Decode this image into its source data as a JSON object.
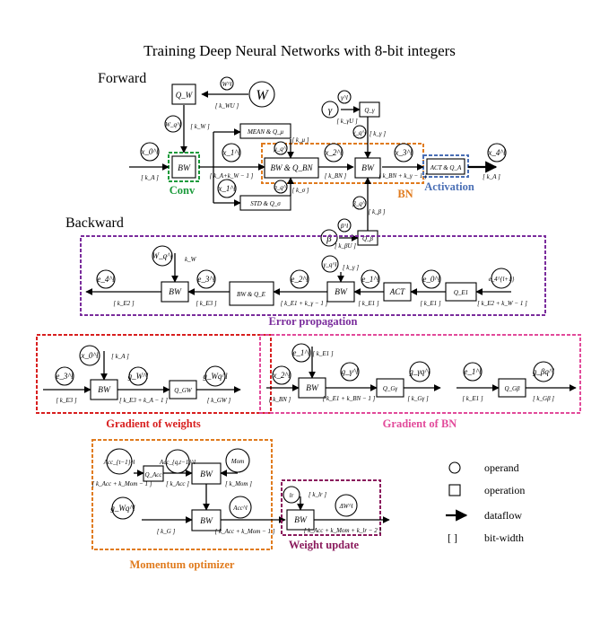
{
  "title": "Training Deep Neural Networks with 8-bit integers",
  "sections": {
    "forward": "Forward",
    "backward": "Backward"
  },
  "colors": {
    "conv": "#1a9a3a",
    "bn": "#e07b1e",
    "activation": "#4a6fb5",
    "error_propagation": "#7a2c9c",
    "gradient_weights": "#d81f1f",
    "gradient_bn": "#e24a9a",
    "momentum": "#e07b1e",
    "weight_update": "#8a1a5c"
  },
  "forward": {
    "ops": {
      "qw": "Q_W",
      "bw_conv": "BW",
      "mean": "MEAN & Q_μ",
      "std": "STD & Q_σ",
      "bwqbn": "BW & Q_BN",
      "bw_bn": "BW",
      "qgamma": "Q_γ",
      "qbeta": "Q_β",
      "act": "ACT & Q_A"
    },
    "operands": {
      "w_big": "W",
      "wl": "W^l",
      "wq": "W_q^l",
      "x0": "x_0^l",
      "x1a": "x_1^l",
      "x1b": "x_1^l",
      "mu": "μ_q^l",
      "sigma": "σ_q^l",
      "x2": "x_2^l",
      "x3": "x_3^l",
      "x4": "x_4^l",
      "gamma_big": "γ",
      "gamma_l": "γ^l",
      "gamma_q": "γ_q^l",
      "beta_big": "β",
      "beta_l": "β^l",
      "beta_q": "β_q^l"
    },
    "bitwidths": {
      "kwu": "[ k_WU ]",
      "kw": "[ k_W ]",
      "ka_in": "[ k_A ]",
      "ka_kw": "[ k_A+k_W − 1 ]",
      "kmu": "[ k_μ ]",
      "ksigma": "[ k_σ ]",
      "kbn": "[ k_BN ]",
      "kgu": "[ k_γU ]",
      "kg": "[ k_γ ]",
      "kbn_kg": "[ k_BN + k_γ − 1 ]",
      "kbeta": "[ k_β ]",
      "kbu": "[ k_βU ]",
      "ka_out": "[ k_A ]"
    },
    "captions": {
      "conv": "Conv",
      "bn": "BN",
      "activation": "Activation"
    }
  },
  "backward": {
    "error_propagation": {
      "caption": "Error propagation",
      "ops": {
        "bw1": "BW",
        "bwqe": "BW & Q_E",
        "bw2": "BW",
        "act": "ACT",
        "qe1": "Q_E1"
      },
      "operands": {
        "wq": "W_q^l",
        "e4p": "e_4^{l+1}",
        "e0": "e_0^l",
        "e1": "e_1^l",
        "gq": "γ_q^l",
        "e2": "e_2^l",
        "e3": "e_3^l",
        "e4": "e_4^l"
      },
      "bitwidths": {
        "ke_kw": "[ k_E2 + k_W − 1 ]",
        "ke1": "[ k_E1 ]",
        "ke1b": "[ k_E1 ]",
        "ke1_kg": "[ k_E1 + k_γ − 1 ]",
        "ke2": "[ k_E2 ]",
        "ke3": "[ k_E3 ]",
        "kg": "[ k_γ ]",
        "kw": "k_W"
      }
    },
    "gradient_weights": {
      "caption": "Gradient of weights",
      "ops": {
        "bw": "BW",
        "qgw": "Q_GW"
      },
      "operands": {
        "x0": "x_0^l",
        "e3": "e_3^l",
        "gw": "g_W^l",
        "gwq": "g_Wq^l"
      },
      "bitwidths": {
        "ka": "[ k_A ]",
        "ke3": "[ k_E3 ]",
        "ke3_ka": "[ k_E3 + k_A − 1 ]",
        "kgw": "[ k_GW ]"
      }
    },
    "gradient_bn": {
      "caption": "Gradient of BN",
      "ops": {
        "bw": "BW",
        "qgg": "Q_Gγ",
        "qgb": "Q_Gβ"
      },
      "operands": {
        "e1": "e_1^l",
        "x2": "x_2^l",
        "ggamma": "g_γ^l",
        "ggq": "g_γq^l",
        "e1b": "e_1^l",
        "gbq": "g_βq^l"
      },
      "bitwidths": {
        "ke1": "[ k_E1 ]",
        "kbn": "[ k_BN ]",
        "ke1_kbn": "[ k_E1 + k_BN − 1 ]",
        "kgg": "[ k_Gγ ]",
        "ke1b": "[ k_E1 ]",
        "kgb": "[ k_Gβ ]"
      }
    },
    "momentum": {
      "caption": "Momentum optimizer",
      "ops": {
        "qacc": "Q_Acc",
        "bw1": "BW",
        "bw2": "BW"
      },
      "operands": {
        "acc_tm1": "Acc_{t−1}^l",
        "accq": "Acc_{q,t−1}^l",
        "mom": "Mom",
        "gwq": "g_Wq^l",
        "acc": "Acc^l"
      },
      "bitwidths": {
        "kacc_kmom": "[ k_Acc + k_Mom − 1 ]",
        "kacc": "[ k_Acc ]",
        "kmom": "[ k_Mom ]",
        "kg": "[ k_G ]",
        "kacc_kmom2": "[ k_Acc + k_Mom − 1 ]"
      }
    },
    "weight_update": {
      "caption": "Weight update",
      "ops": {
        "bw": "BW"
      },
      "operands": {
        "lr": "lr",
        "dw": "ΔW^l"
      },
      "bitwidths": {
        "klr": "[ k_lr ]",
        "kacc_kmom_klr": "[ k_Acc + k_Mom + k_lr − 2 ]"
      }
    }
  },
  "legend": [
    {
      "symbol": "circle",
      "label": "operand"
    },
    {
      "symbol": "square",
      "label": "operation"
    },
    {
      "symbol": "arrow",
      "label": "dataflow"
    },
    {
      "symbol": "[ ]",
      "label": "bit-width"
    }
  ]
}
